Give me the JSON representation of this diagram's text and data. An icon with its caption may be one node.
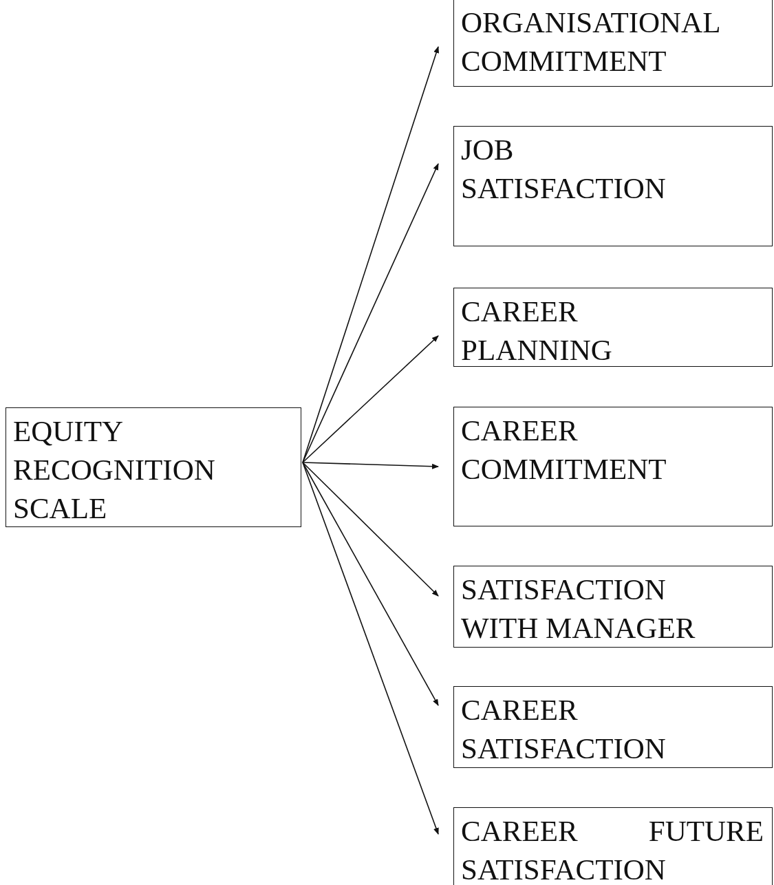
{
  "diagram": {
    "nodes": [
      {
        "text": [
          "EQUITY RECOGNITION SCALE"
        ]
      },
      {
        "text": [
          "ORGANISATIONAL COMMITMENT"
        ]
      },
      {
        "text": [
          "JOB SATISFACTION"
        ]
      },
      {
        "text": [
          "CAREER PLANNING"
        ]
      },
      {
        "text": [
          "CAREER COMMITMENT"
        ]
      },
      {
        "text": [
          "SATISFACTION WITH MANAGER"
        ]
      },
      {
        "text": [
          "CAREER SATISFACTION"
        ]
      },
      {
        "text": [
          "CAREER FUTURE SATISFACTION"
        ]
      }
    ],
    "edges": [
      {
        "from": 0,
        "to": 1,
        "arrow": "to"
      },
      {
        "from": 0,
        "to": 2,
        "arrow": "to"
      },
      {
        "from": 0,
        "to": 3,
        "arrow": "to"
      },
      {
        "from": 0,
        "to": 4,
        "arrow": "to"
      },
      {
        "from": 0,
        "to": 5,
        "arrow": "to"
      },
      {
        "from": 0,
        "to": 6,
        "arrow": "to"
      },
      {
        "from": 0,
        "to": 7,
        "arrow": "to"
      }
    ]
  }
}
